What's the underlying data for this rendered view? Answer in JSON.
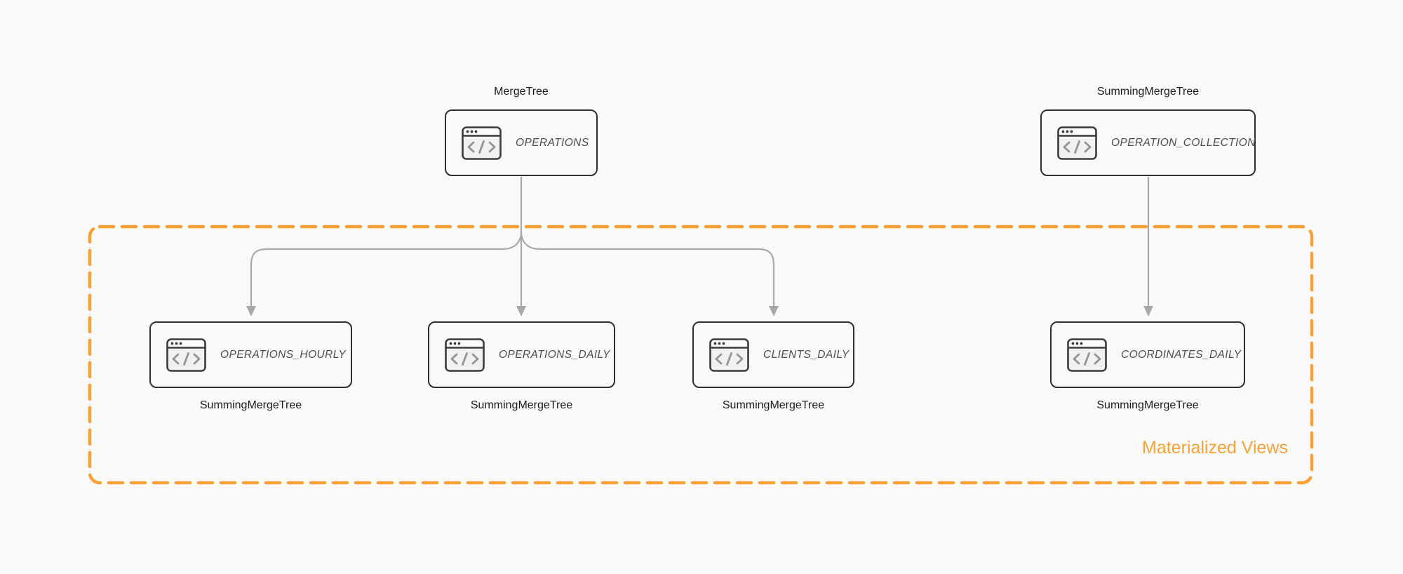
{
  "diagram": {
    "region": {
      "label": "Materialized Views",
      "contains": [
        "OPERATIONS_HOURLY",
        "OPERATIONS_DAILY",
        "CLIENTS_DAILY",
        "COORDINATES_DAILY"
      ]
    },
    "nodes": [
      {
        "id": "operations",
        "engine": "MergeTree",
        "engine_label_position": "above",
        "table": "OPERATIONS",
        "icon": "code-window-icon"
      },
      {
        "id": "operation-collection",
        "engine": "SummingMergeTree",
        "engine_label_position": "above",
        "table": "OPERATION_COLLECTION",
        "icon": "code-window-icon"
      },
      {
        "id": "operations-hourly",
        "engine": "SummingMergeTree",
        "engine_label_position": "below",
        "table": "OPERATIONS_HOURLY",
        "icon": "code-window-icon"
      },
      {
        "id": "operations-daily",
        "engine": "SummingMergeTree",
        "engine_label_position": "below",
        "table": "OPERATIONS_DAILY",
        "icon": "code-window-icon"
      },
      {
        "id": "clients-daily",
        "engine": "SummingMergeTree",
        "engine_label_position": "below",
        "table": "CLIENTS_DAILY",
        "icon": "code-window-icon"
      },
      {
        "id": "coordinates-daily",
        "engine": "SummingMergeTree",
        "engine_label_position": "below",
        "table": "COORDINATES_DAILY",
        "icon": "code-window-icon"
      }
    ],
    "edges": [
      {
        "from": "OPERATIONS",
        "to": "OPERATIONS_HOURLY"
      },
      {
        "from": "OPERATIONS",
        "to": "OPERATIONS_DAILY"
      },
      {
        "from": "OPERATIONS",
        "to": "CLIENTS_DAILY"
      },
      {
        "from": "OPERATION_COLLECTION",
        "to": "COORDINATES_DAILY"
      }
    ],
    "colors": {
      "accent_orange": "#F9A136",
      "node_border": "#2F2F2F",
      "node_fill": "#F8F9F9",
      "arrow_gray": "#A8A8A8",
      "canvas_background": "#FAFAFA",
      "dot_grid": "#E3E3E7",
      "engine_text": "#1B1B1B",
      "table_text": "#4D4D4D"
    }
  }
}
